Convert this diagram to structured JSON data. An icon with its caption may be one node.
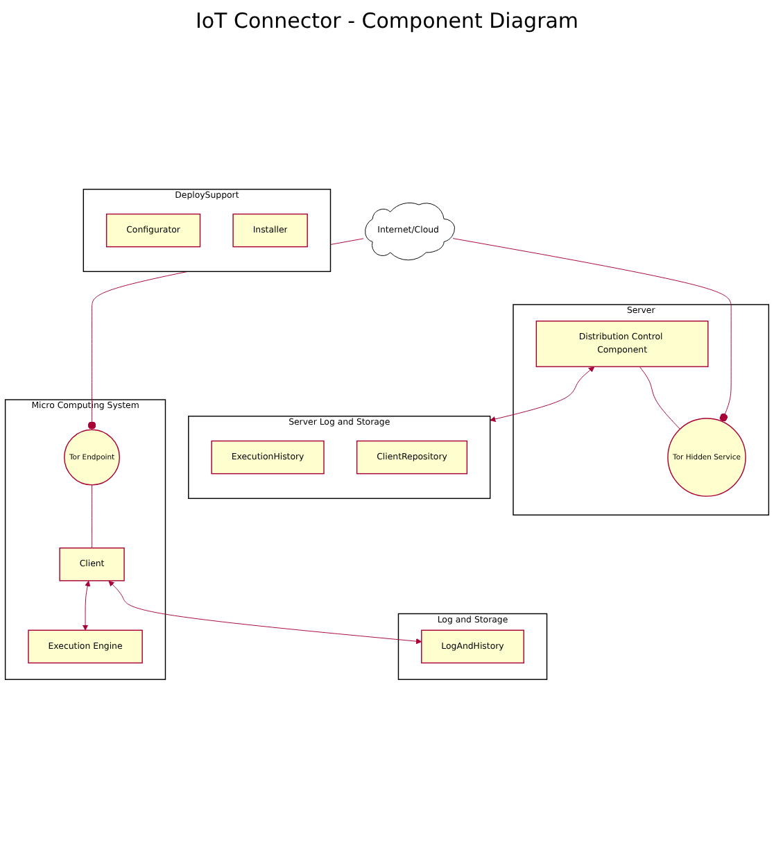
{
  "diagram": {
    "title": "IoT Connector - Component Diagram",
    "nodes": [
      {
        "text": [
          "Server"
        ]
      },
      {
        "text": [
          "Distribution Control Component"
        ],
        "in": 0
      },
      {
        "text": [
          "Tor Hidden Service"
        ],
        "in": 0
      },
      {
        "text": [
          "DeploySupport"
        ]
      },
      {
        "text": [
          "Configurator"
        ],
        "in": 3
      },
      {
        "text": [
          "Installer"
        ],
        "in": 3
      },
      {
        "text": [
          "Server Log and Storage"
        ]
      },
      {
        "text": [
          "ExecutionHistory"
        ],
        "in": 6
      },
      {
        "text": [
          "ClientRepository"
        ],
        "in": 6
      },
      {
        "text": [
          "Internet/Cloud"
        ]
      },
      {
        "text": [
          "Micro Computing System"
        ]
      },
      {
        "text": [
          "Tor Endpoint"
        ],
        "in": 10
      },
      {
        "text": [
          "Client"
        ],
        "in": 10
      },
      {
        "text": [
          "Execution Engine"
        ],
        "in": 10
      },
      {
        "text": [
          "Log and Storage"
        ]
      },
      {
        "text": [
          "LogAndHistory"
        ],
        "in": 14
      }
    ],
    "edges": [
      {
        "from": 1,
        "to": 2,
        "arrow": "none"
      },
      {
        "from": 1,
        "to": 6,
        "arrow": "both"
      },
      {
        "from": 9,
        "to": 2,
        "arrow": "other"
      },
      {
        "from": 9,
        "to": 11,
        "arrow": "other"
      },
      {
        "from": 11,
        "to": 12,
        "arrow": "none"
      },
      {
        "from": 12,
        "to": 13,
        "arrow": "both"
      },
      {
        "from": 12,
        "to": 15,
        "arrow": "both"
      }
    ]
  }
}
